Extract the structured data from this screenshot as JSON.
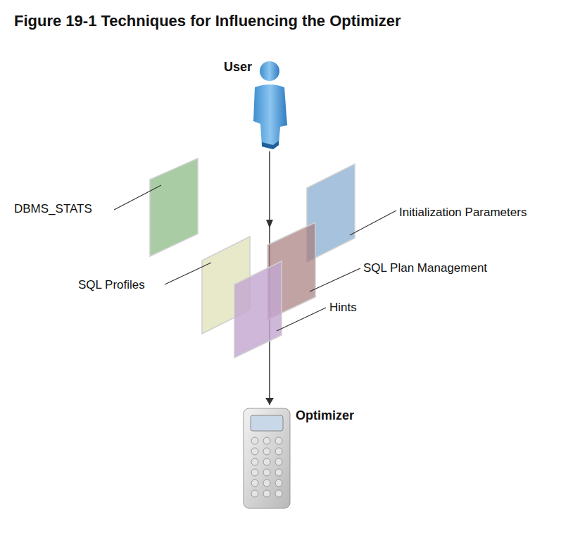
{
  "diagram": {
    "title": "Figure 19-1 Techniques for Influencing the Optimizer",
    "nodes": [
      {
        "text": [
          "User"
        ]
      },
      {
        "text": [
          "Optimizer"
        ]
      }
    ],
    "edges": [
      {
        "from": 0,
        "to": 1,
        "arrow": "to"
      }
    ],
    "labels": [
      "DBMS_STATS",
      "Initialization Parameters",
      "SQL Plan Management",
      "SQL Profiles",
      "Hints"
    ]
  }
}
